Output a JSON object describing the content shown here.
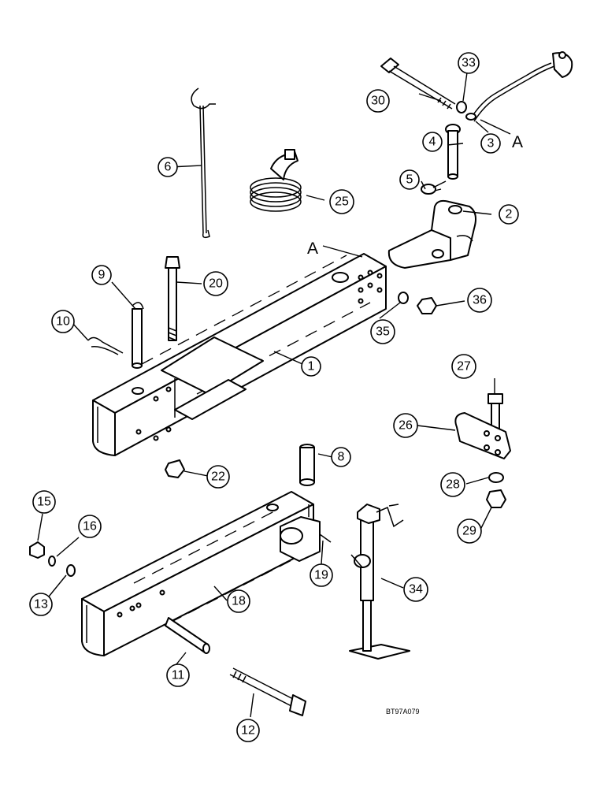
{
  "ref_letter": "A",
  "drawing_code": "BT97A079",
  "callouts": [
    "1",
    "2",
    "3",
    "4",
    "5",
    "6",
    "8",
    "9",
    "10",
    "11",
    "12",
    "13",
    "15",
    "16",
    "18",
    "19",
    "20",
    "22",
    "25",
    "26",
    "27",
    "28",
    "29",
    "30",
    "33",
    "34",
    "35",
    "36"
  ]
}
